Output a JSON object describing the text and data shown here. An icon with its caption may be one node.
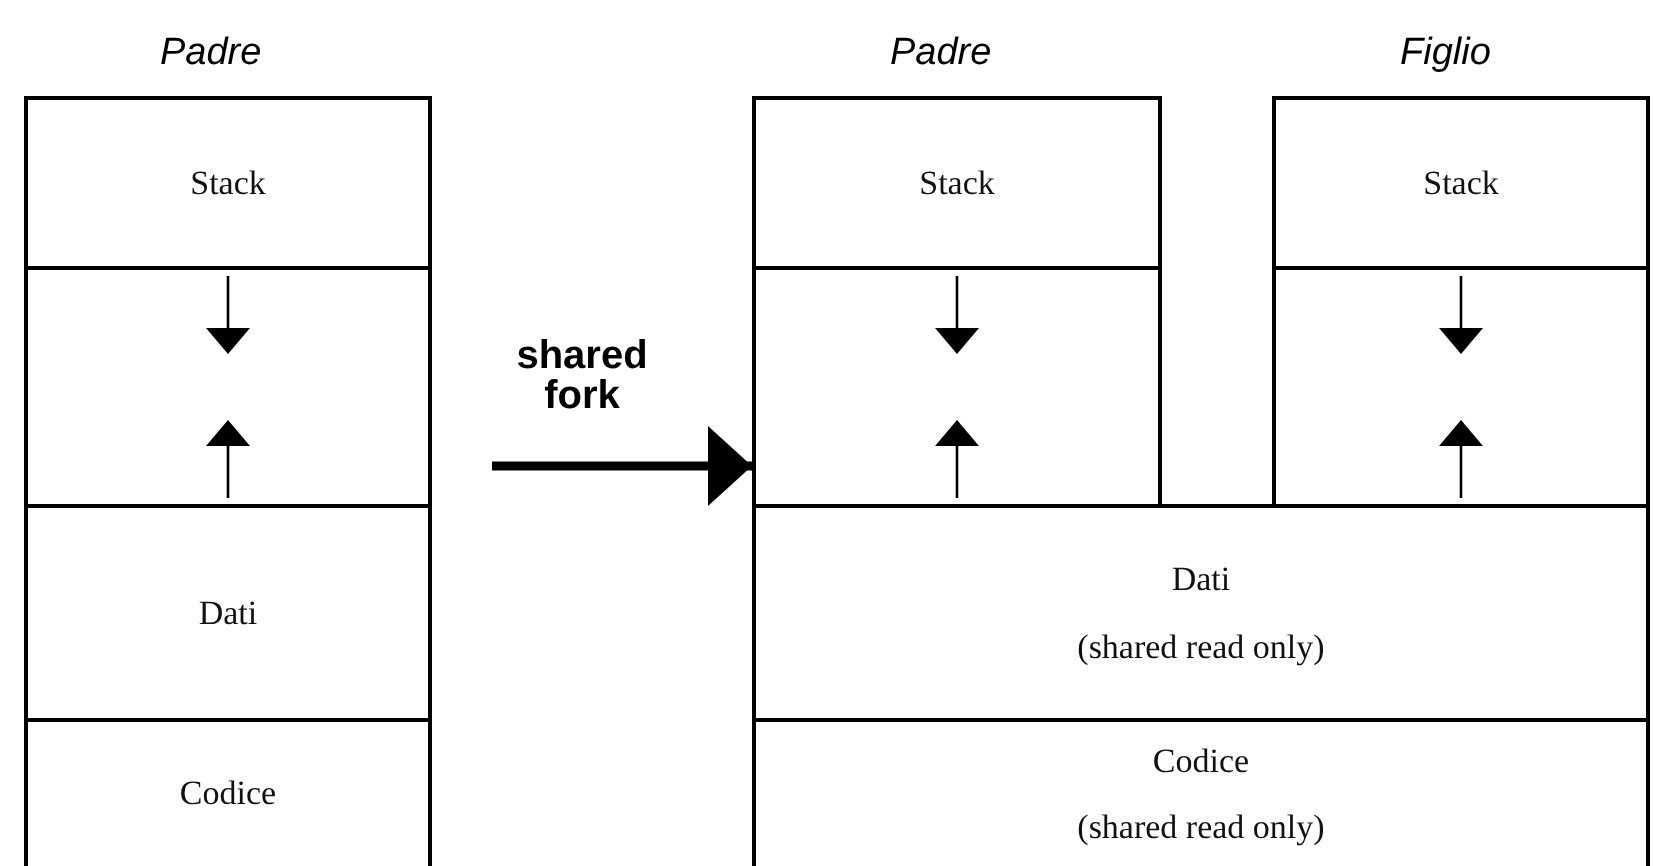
{
  "diagram": {
    "nodes": [
      {
        "text": [
          "Stack"
        ]
      },
      {
        "text": [],
        "shape": "box"
      },
      {
        "text": [
          "Dati"
        ]
      },
      {
        "text": [
          "Codice"
        ]
      },
      {
        "text": [
          "Stack"
        ]
      },
      {
        "text": [],
        "shape": "box"
      },
      {
        "text": [
          "Stack"
        ]
      },
      {
        "text": [],
        "shape": "box"
      },
      {
        "text": [
          "Dati",
          "(shared read only)"
        ]
      },
      {
        "text": [
          "Codice",
          "(shared read only)"
        ]
      }
    ],
    "edges": [
      {
        "from": 1,
        "to": 5,
        "arrow": "to",
        "label": "shared fork"
      }
    ],
    "labels": [
      "Padre",
      "Padre",
      "Figlio"
    ]
  }
}
